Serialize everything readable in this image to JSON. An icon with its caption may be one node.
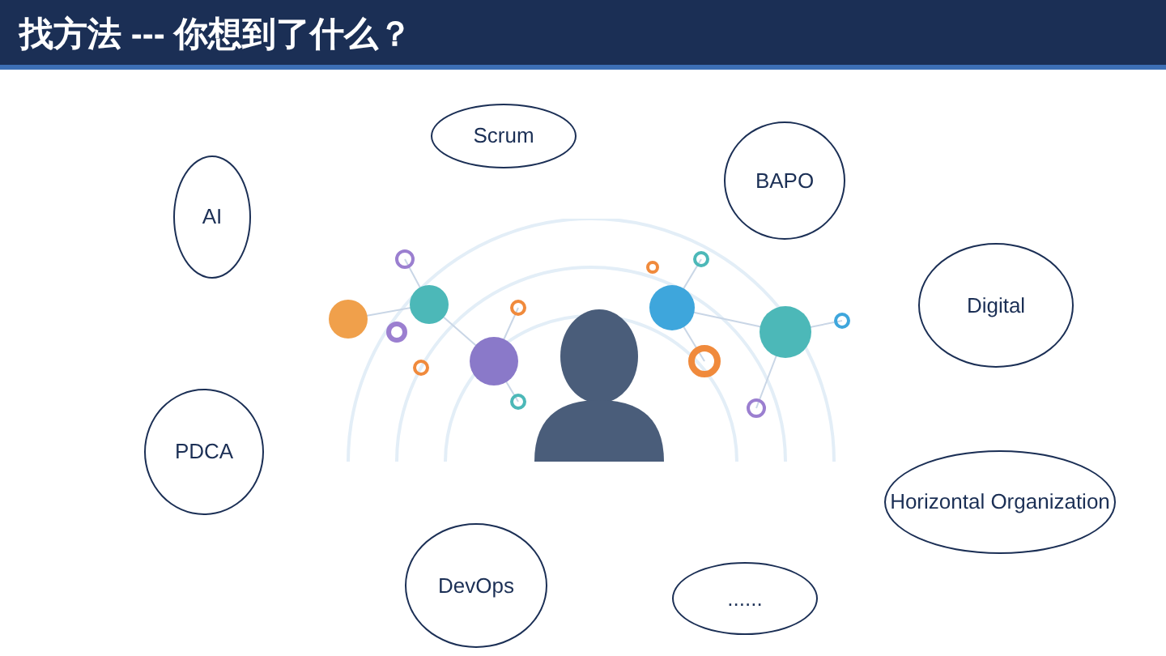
{
  "diagram": {
    "title": "找方法 --- 你想到了什么？",
    "nodes": [
      {
        "text": [
          "Scrum"
        ]
      },
      {
        "text": [
          "BAPO"
        ]
      },
      {
        "text": [
          "AI"
        ]
      },
      {
        "text": [
          "Digital"
        ]
      },
      {
        "text": [
          "PDCA"
        ]
      },
      {
        "text": [
          "Horizontal Organization"
        ]
      },
      {
        "text": [
          "DevOps"
        ]
      },
      {
        "text": [
          "......"
        ]
      }
    ]
  }
}
